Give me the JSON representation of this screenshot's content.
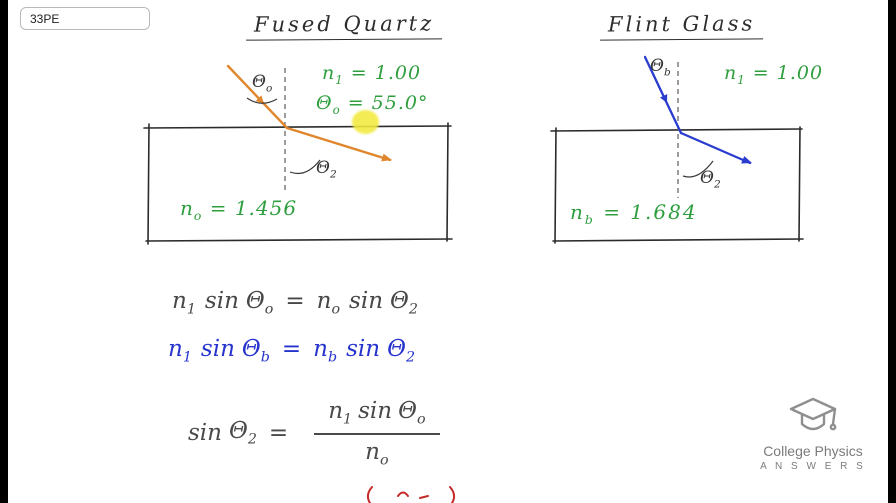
{
  "page": {
    "badge": "33PE"
  },
  "quartz": {
    "title": "Fused Quartz",
    "theta_incident": {
      "sym": "Θ",
      "sub": "o"
    },
    "theta_refracted": {
      "sym": "Θ",
      "sub": "2"
    },
    "n1": {
      "var": "n",
      "sub": "1",
      "rest": "= 1.00"
    },
    "theta0_value": {
      "var": "Θ",
      "sub": "o",
      "rest": "= 55.0°"
    },
    "n_medium": {
      "var": "n",
      "sub": "o",
      "rest": "= 1.456"
    }
  },
  "flint": {
    "title": "Flint Glass",
    "theta_incident": {
      "sym": "Θ",
      "sub": "b"
    },
    "theta_refracted": {
      "sym": "Θ",
      "sub": "2"
    },
    "n1": {
      "var": "n",
      "sub": "1",
      "rest": "= 1.00"
    },
    "n_medium": {
      "var": "n",
      "sub": "b",
      "rest": "= 1.684"
    }
  },
  "equations": {
    "eq1": {
      "t1": "n",
      "s1": "1",
      "f1": "sin",
      "t2": "Θ",
      "s2": "o",
      "eq": "=",
      "t3": "n",
      "s3": "o",
      "f2": "sin",
      "t4": "Θ",
      "s4": "2"
    },
    "eq2": {
      "t1": "n",
      "s1": "1",
      "f1": "sin",
      "t2": "Θ",
      "s2": "b",
      "eq": "=",
      "t3": "n",
      "s3": "b",
      "f2": "sin",
      "t4": "Θ",
      "s4": "2"
    },
    "eq3": {
      "f1": "sin",
      "t1": "Θ",
      "s1": "2",
      "eq": "=",
      "num_t1": "n",
      "num_s1": "1",
      "num_f": "sin",
      "num_t2": "Θ",
      "num_s2": "o",
      "den_t": "n",
      "den_s": "o"
    }
  },
  "logo": {
    "line1": "College Physics",
    "line2": "A N S W E R S"
  },
  "colors": {
    "quartz_ray": "#e0862c",
    "flint_ray": "#2a3bd0",
    "green_annotation": "#2e9e3e",
    "blue_equation": "#2633cc",
    "gray_ink": "#474747",
    "highlight": "#f2ea3d",
    "red_cutoff": "#c62a2a"
  }
}
